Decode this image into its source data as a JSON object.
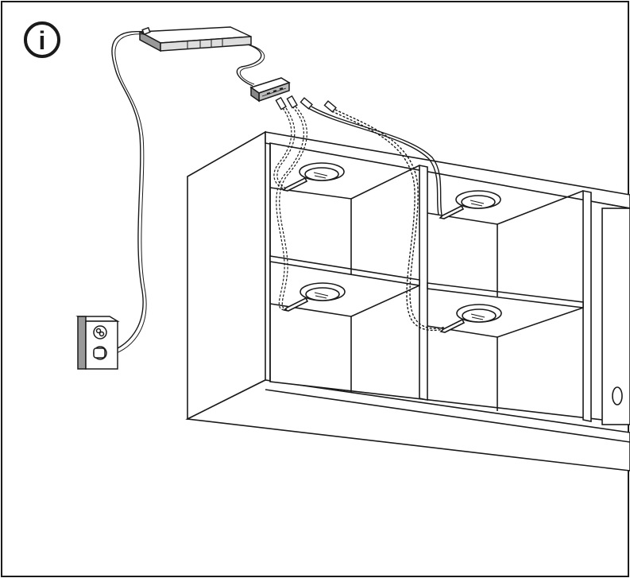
{
  "panel": {
    "info_icon_glyph": "i",
    "info_icon_name": "info-icon",
    "background": "#ffffff",
    "line_color": "#1a1a1a"
  },
  "items": {
    "driver": "led-driver",
    "splitter": "cable-splitter",
    "outlet": "wall-socket",
    "cabinet": "wall-cabinet",
    "lights": [
      "spotlight",
      "spotlight",
      "spotlight",
      "spotlight"
    ],
    "plugs": [
      "plug",
      "plug",
      "plug",
      "plug"
    ]
  }
}
